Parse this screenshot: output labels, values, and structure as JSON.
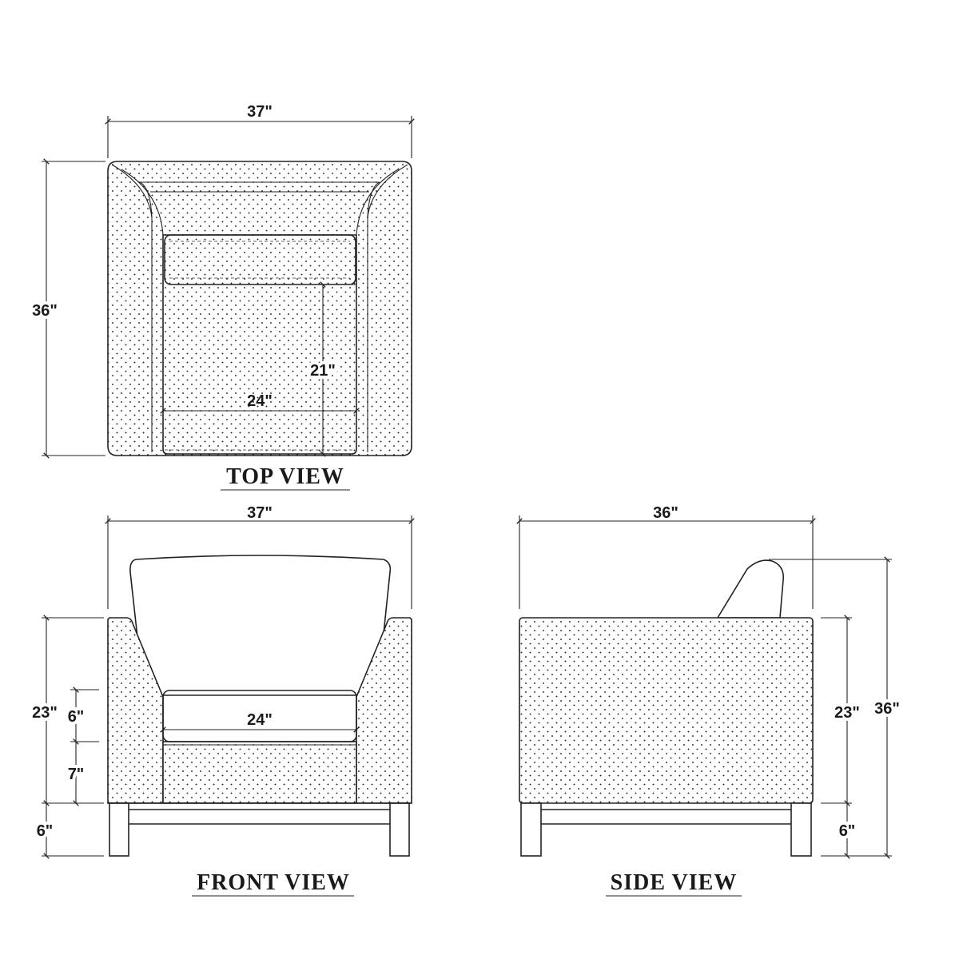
{
  "views": {
    "top": {
      "title": "TOP VIEW"
    },
    "front": {
      "title": "FRONT VIEW"
    },
    "side": {
      "title": "SIDE VIEW"
    }
  },
  "dimensions": {
    "top_width": "37\"",
    "top_depth": "36\"",
    "top_seat_depth": "21\"",
    "top_seat_width": "24\"",
    "front_width": "37\"",
    "front_arm_height": "23\"",
    "front_cushion_thickness": "6\"",
    "front_seat_base": "7\"",
    "front_leg_height": "6\"",
    "front_seat_width": "24\"",
    "side_depth": "36\"",
    "side_arm_height": "23\"",
    "side_total_height": "36\"",
    "side_leg_height": "6\""
  },
  "colors": {
    "line": "#222222",
    "pattern": "#333333",
    "background": "#ffffff"
  }
}
